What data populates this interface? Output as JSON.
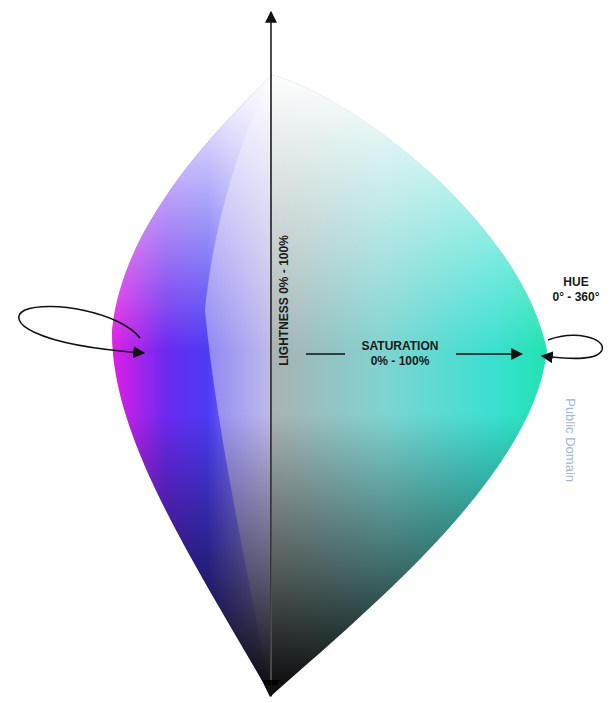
{
  "diagram": {
    "labels": [
      "LIGHTNESS 0% - 100%",
      "SATURATION 0% - 100%",
      "HUE 0° - 360°",
      "Public Domain"
    ]
  }
}
